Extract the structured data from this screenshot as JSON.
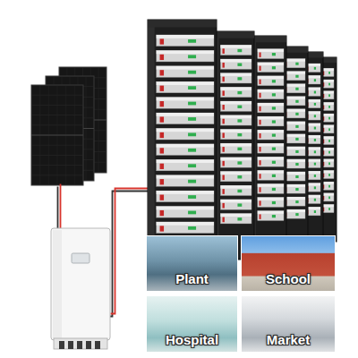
{
  "diagram": {
    "nodes": [
      {
        "text": [
          "Plant"
        ]
      },
      {
        "text": [
          "School"
        ]
      },
      {
        "text": [
          "Hospital"
        ]
      },
      {
        "text": [
          "Market"
        ]
      }
    ]
  }
}
